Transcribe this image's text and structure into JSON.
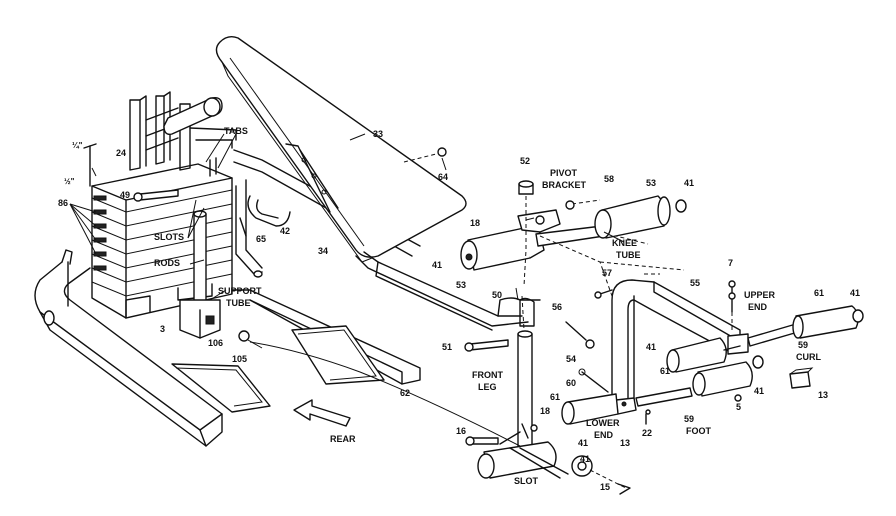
{
  "labels": {
    "p33": "33",
    "p24": "24",
    "frac_a": "¼\"",
    "frac_b": "½\"",
    "p86": "86",
    "p49": "49",
    "tabs": "TABS",
    "slots": "SLOTS",
    "rods": "RODS",
    "p42": "42",
    "p65": "65",
    "p34": "34",
    "support": "SUPPORT",
    "tube": "TUBE",
    "p3": "3",
    "p106": "106",
    "p105": "105",
    "p64": "64",
    "p52": "52",
    "pivot": "PIVOT",
    "bracket": "BRACKET",
    "p58": "58",
    "p53a": "53",
    "p41a": "41",
    "p18a": "18",
    "p41b": "41",
    "p53b": "53",
    "knee": "KNEE",
    "knee_tube": "TUBE",
    "p50": "50",
    "p57": "57",
    "p55": "55",
    "p7": "7",
    "upper": "UPPER",
    "end": "END",
    "p61a": "61",
    "p41c": "41",
    "p51": "51",
    "p56": "56",
    "p54": "54",
    "p59a": "59",
    "curl": "CURL",
    "front": "FRONT",
    "leg": "LEG",
    "p41d": "41",
    "p61b": "61",
    "p60": "60",
    "p41e": "41",
    "p5": "5",
    "p13a": "13",
    "p62": "62",
    "p61c": "61",
    "p18b": "18",
    "lower": "LOWER",
    "lower_end": "END",
    "p22": "22",
    "p59b": "59",
    "foot": "FOOT",
    "p13b": "13",
    "rear": "REAR",
    "p16": "16",
    "p41f": "41",
    "p41g": "41",
    "slot": "SLOT",
    "p15": "15"
  }
}
